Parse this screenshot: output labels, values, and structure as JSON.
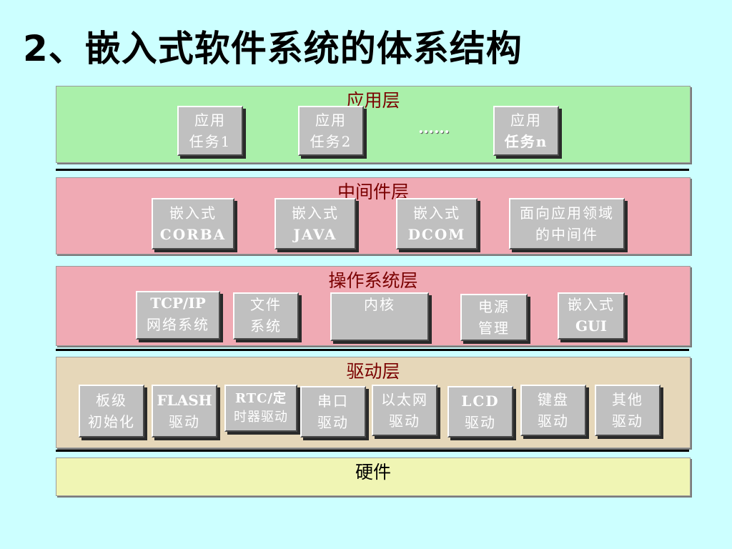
{
  "title": "2、嵌入式软件系统的体系结构",
  "layers": {
    "app": {
      "label": "应用层",
      "color": "#aaf0aa",
      "boxes": [
        {
          "l1": "应用",
          "l2": "任务1"
        },
        {
          "l1": "应用",
          "l2": "任务2"
        },
        {
          "l1": "应用",
          "l2": "任务n"
        }
      ],
      "ellipsis": "……"
    },
    "middleware": {
      "label": "中间件层",
      "color": "#f0aab4",
      "boxes": [
        {
          "l1": "嵌入式",
          "l2": "CORBA"
        },
        {
          "l1": "嵌入式",
          "l2": "JAVA"
        },
        {
          "l1": "嵌入式",
          "l2": "DCOM"
        },
        {
          "l1": "面向应用领域",
          "l2": "的中间件"
        }
      ]
    },
    "os": {
      "label": "操作系统层",
      "color": "#f0aab4",
      "boxes": [
        {
          "l1": "TCP/IP",
          "l2": "网络系统"
        },
        {
          "l1": "文件",
          "l2": "系统"
        },
        {
          "l1": "内核",
          "l2": ""
        },
        {
          "l1": "电源",
          "l2": "管理"
        },
        {
          "l1": "嵌入式",
          "l2": "GUI"
        }
      ]
    },
    "driver": {
      "label": "驱动层",
      "color": "#e6d7b9",
      "boxes": [
        {
          "l1": "板级",
          "l2": "初始化"
        },
        {
          "l1": "FLASH",
          "l2": "驱动"
        },
        {
          "l1": "RTC/定",
          "l2": "时器驱动"
        },
        {
          "l1": "串口",
          "l2": "驱动"
        },
        {
          "l1": "以太网",
          "l2": "驱动"
        },
        {
          "l1": "LCD",
          "l2": "驱动"
        },
        {
          "l1": "键盘",
          "l2": "驱动"
        },
        {
          "l1": "其他",
          "l2": "驱动"
        }
      ]
    },
    "hardware": {
      "label": "硬件",
      "color": "#f0f5b4"
    }
  }
}
